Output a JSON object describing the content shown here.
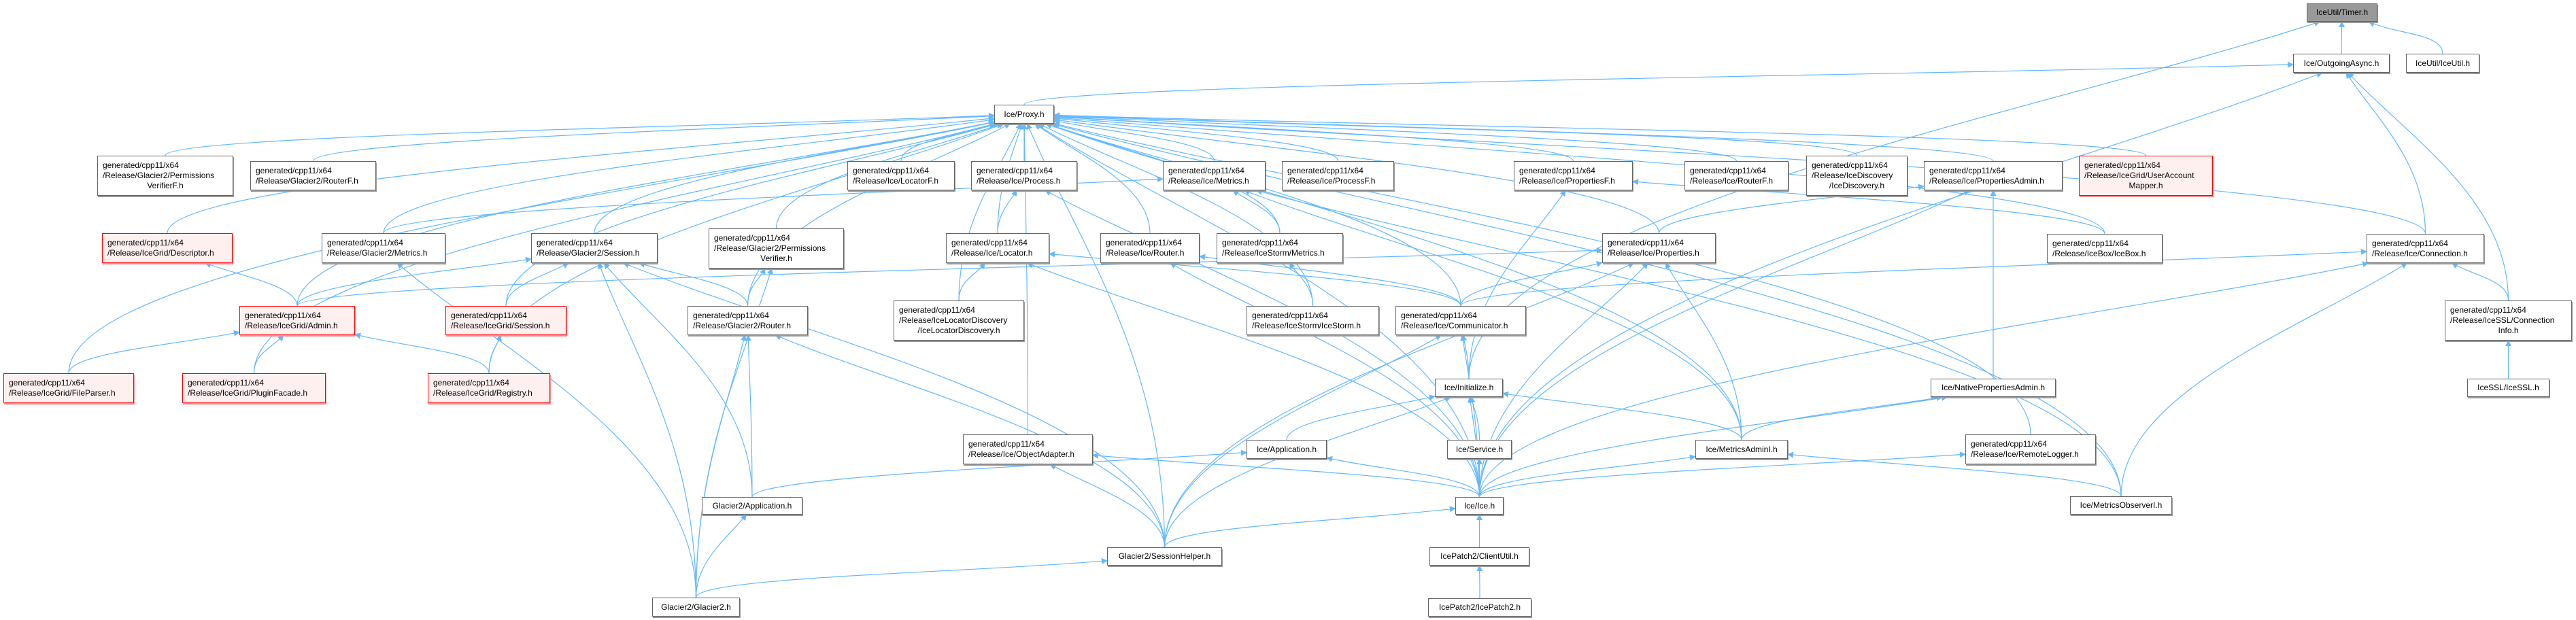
{
  "colors": {
    "edge": "#63b8ff",
    "red_border": "#ff0000",
    "red_fill": "#fff0f0",
    "current_fill": "#999999"
  },
  "nodes": [
    {
      "id": "timer",
      "lines": [
        "IceUtil/Timer.h"
      ],
      "style": "gray"
    },
    {
      "id": "outgoing",
      "lines": [
        "Ice/OutgoingAsync.h"
      ],
      "style": "normal"
    },
    {
      "id": "iceutil",
      "lines": [
        "IceUtil/IceUtil.h"
      ],
      "style": "normal"
    },
    {
      "id": "proxy",
      "lines": [
        "Ice/Proxy.h"
      ],
      "style": "normal"
    },
    {
      "id": "g2pvf",
      "lines": [
        "generated/cpp11/x64",
        "/Release/Glacier2/Permissions",
        "VerifierF.h"
      ],
      "style": "normal"
    },
    {
      "id": "g2routerf",
      "lines": [
        "generated/cpp11/x64",
        "/Release/Glacier2/RouterF.h"
      ],
      "style": "normal"
    },
    {
      "id": "locatorf",
      "lines": [
        "generated/cpp11/x64",
        "/Release/Ice/LocatorF.h"
      ],
      "style": "normal"
    },
    {
      "id": "process",
      "lines": [
        "generated/cpp11/x64",
        "/Release/Ice/Process.h"
      ],
      "style": "normal"
    },
    {
      "id": "metrics",
      "lines": [
        "generated/cpp11/x64",
        "/Release/Ice/Metrics.h"
      ],
      "style": "normal"
    },
    {
      "id": "processf",
      "lines": [
        "generated/cpp11/x64",
        "/Release/Ice/ProcessF.h"
      ],
      "style": "normal"
    },
    {
      "id": "propertiesf",
      "lines": [
        "generated/cpp11/x64",
        "/Release/Ice/PropertiesF.h"
      ],
      "style": "normal"
    },
    {
      "id": "routerf",
      "lines": [
        "generated/cpp11/x64",
        "/Release/Ice/RouterF.h"
      ],
      "style": "normal"
    },
    {
      "id": "icediscovery",
      "lines": [
        "generated/cpp11/x64",
        "/Release/IceDiscovery",
        "/IceDiscovery.h"
      ],
      "style": "normal"
    },
    {
      "id": "propadmin",
      "lines": [
        "generated/cpp11/x64",
        "/Release/Ice/PropertiesAdmin.h"
      ],
      "style": "normal"
    },
    {
      "id": "uam",
      "lines": [
        "generated/cpp11/x64",
        "/Release/IceGrid/UserAccount",
        "Mapper.h"
      ],
      "style": "red"
    },
    {
      "id": "descriptor",
      "lines": [
        "generated/cpp11/x64",
        "/Release/IceGrid/Descriptor.h"
      ],
      "style": "red"
    },
    {
      "id": "g2metrics",
      "lines": [
        "generated/cpp11/x64",
        "/Release/Glacier2/Metrics.h"
      ],
      "style": "normal"
    },
    {
      "id": "g2session",
      "lines": [
        "generated/cpp11/x64",
        "/Release/Glacier2/Session.h"
      ],
      "style": "normal"
    },
    {
      "id": "g2pv",
      "lines": [
        "generated/cpp11/x64",
        "/Release/Glacier2/Permissions",
        "Verifier.h"
      ],
      "style": "normal"
    },
    {
      "id": "locator",
      "lines": [
        "generated/cpp11/x64",
        "/Release/Ice/Locator.h"
      ],
      "style": "normal"
    },
    {
      "id": "router",
      "lines": [
        "generated/cpp11/x64",
        "/Release/Ice/Router.h"
      ],
      "style": "normal"
    },
    {
      "id": "ismetrics",
      "lines": [
        "generated/cpp11/x64",
        "/Release/IceStorm/Metrics.h"
      ],
      "style": "normal"
    },
    {
      "id": "properties",
      "lines": [
        "generated/cpp11/x64",
        "/Release/Ice/Properties.h"
      ],
      "style": "normal"
    },
    {
      "id": "icebox",
      "lines": [
        "generated/cpp11/x64",
        "/Release/IceBox/IceBox.h"
      ],
      "style": "normal"
    },
    {
      "id": "connection",
      "lines": [
        "generated/cpp11/x64",
        "/Release/Ice/Connection.h"
      ],
      "style": "normal"
    },
    {
      "id": "admin",
      "lines": [
        "generated/cpp11/x64",
        "/Release/IceGrid/Admin.h"
      ],
      "style": "red"
    },
    {
      "id": "igsession",
      "lines": [
        "generated/cpp11/x64",
        "/Release/IceGrid/Session.h"
      ],
      "style": "red"
    },
    {
      "id": "g2router",
      "lines": [
        "generated/cpp11/x64",
        "/Release/Glacier2/Router.h"
      ],
      "style": "normal"
    },
    {
      "id": "locdisc",
      "lines": [
        "generated/cpp11/x64",
        "/Release/IceLocatorDiscovery",
        "/IceLocatorDiscovery.h"
      ],
      "style": "normal"
    },
    {
      "id": "icestorm",
      "lines": [
        "generated/cpp11/x64",
        "/Release/IceStorm/IceStorm.h"
      ],
      "style": "normal"
    },
    {
      "id": "communicator",
      "lines": [
        "generated/cpp11/x64",
        "/Release/Ice/Communicator.h"
      ],
      "style": "normal"
    },
    {
      "id": "conninfo",
      "lines": [
        "generated/cpp11/x64",
        "/Release/IceSSL/Connection",
        "Info.h"
      ],
      "style": "normal"
    },
    {
      "id": "fileparser",
      "lines": [
        "generated/cpp11/x64",
        "/Release/IceGrid/FileParser.h"
      ],
      "style": "red"
    },
    {
      "id": "pluginfacade",
      "lines": [
        "generated/cpp11/x64",
        "/Release/IceGrid/PluginFacade.h"
      ],
      "style": "red"
    },
    {
      "id": "registry",
      "lines": [
        "generated/cpp11/x64",
        "/Release/IceGrid/Registry.h"
      ],
      "style": "red"
    },
    {
      "id": "initialize",
      "lines": [
        "Ice/Initialize.h"
      ],
      "style": "normal"
    },
    {
      "id": "nativepa",
      "lines": [
        "Ice/NativePropertiesAdmin.h"
      ],
      "style": "normal"
    },
    {
      "id": "icessl",
      "lines": [
        "IceSSL/IceSSL.h"
      ],
      "style": "normal"
    },
    {
      "id": "objadapter",
      "lines": [
        "generated/cpp11/x64",
        "/Release/Ice/ObjectAdapter.h"
      ],
      "style": "normal"
    },
    {
      "id": "application",
      "lines": [
        "Ice/Application.h"
      ],
      "style": "normal"
    },
    {
      "id": "service",
      "lines": [
        "Ice/Service.h"
      ],
      "style": "normal"
    },
    {
      "id": "metricsadmin",
      "lines": [
        "Ice/MetricsAdminI.h"
      ],
      "style": "normal"
    },
    {
      "id": "remotelogger",
      "lines": [
        "generated/cpp11/x64",
        "/Release/Ice/RemoteLogger.h"
      ],
      "style": "normal"
    },
    {
      "id": "g2app",
      "lines": [
        "Glacier2/Application.h"
      ],
      "style": "normal"
    },
    {
      "id": "ice",
      "lines": [
        "Ice/Ice.h"
      ],
      "style": "normal"
    },
    {
      "id": "metricsobs",
      "lines": [
        "Ice/MetricsObserverI.h"
      ],
      "style": "normal"
    },
    {
      "id": "sessionhelper",
      "lines": [
        "Glacier2/SessionHelper.h"
      ],
      "style": "normal"
    },
    {
      "id": "clientutil",
      "lines": [
        "IcePatch2/ClientUtil.h"
      ],
      "style": "normal"
    },
    {
      "id": "glacier2",
      "lines": [
        "Glacier2/Glacier2.h"
      ],
      "style": "normal"
    },
    {
      "id": "icepatch2",
      "lines": [
        "IcePatch2/IcePatch2.h"
      ],
      "style": "normal"
    }
  ],
  "edges": [
    [
      "outgoing",
      "timer"
    ],
    [
      "iceutil",
      "timer"
    ],
    [
      "initialize",
      "timer"
    ],
    [
      "proxy",
      "outgoing"
    ],
    [
      "ice",
      "outgoing"
    ],
    [
      "connection",
      "outgoing"
    ],
    [
      "conninfo",
      "outgoing"
    ],
    [
      "g2pvf",
      "proxy"
    ],
    [
      "g2routerf",
      "proxy"
    ],
    [
      "descriptor",
      "proxy"
    ],
    [
      "fileparser",
      "proxy"
    ],
    [
      "pluginfacade",
      "proxy"
    ],
    [
      "admin",
      "proxy"
    ],
    [
      "g2metrics",
      "proxy"
    ],
    [
      "g2session",
      "proxy"
    ],
    [
      "g2pv",
      "proxy"
    ],
    [
      "g2router",
      "proxy"
    ],
    [
      "registry",
      "proxy"
    ],
    [
      "igsession",
      "proxy"
    ],
    [
      "locatorf",
      "proxy"
    ],
    [
      "process",
      "proxy"
    ],
    [
      "metrics",
      "proxy"
    ],
    [
      "processf",
      "proxy"
    ],
    [
      "propertiesf",
      "proxy"
    ],
    [
      "routerf",
      "proxy"
    ],
    [
      "icediscovery",
      "proxy"
    ],
    [
      "propadmin",
      "proxy"
    ],
    [
      "uam",
      "proxy"
    ],
    [
      "locator",
      "proxy"
    ],
    [
      "router",
      "proxy"
    ],
    [
      "ismetrics",
      "proxy"
    ],
    [
      "icestorm",
      "proxy"
    ],
    [
      "communicator",
      "proxy"
    ],
    [
      "properties",
      "proxy"
    ],
    [
      "icebox",
      "proxy"
    ],
    [
      "objadapter",
      "proxy"
    ],
    [
      "locdisc",
      "proxy"
    ],
    [
      "remotelogger",
      "proxy"
    ],
    [
      "connection",
      "proxy"
    ],
    [
      "ice",
      "proxy"
    ],
    [
      "metricsadmin",
      "proxy"
    ],
    [
      "metricsobs",
      "proxy"
    ],
    [
      "sessionhelper",
      "proxy"
    ],
    [
      "admin",
      "descriptor"
    ],
    [
      "admin",
      "g2session"
    ],
    [
      "fileparser",
      "admin"
    ],
    [
      "pluginfacade",
      "admin"
    ],
    [
      "registry",
      "admin"
    ],
    [
      "registry",
      "igsession"
    ],
    [
      "igsession",
      "g2session"
    ],
    [
      "g2router",
      "g2session"
    ],
    [
      "g2router",
      "g2pv"
    ],
    [
      "g2app",
      "g2router"
    ],
    [
      "glacier2",
      "g2router"
    ],
    [
      "sessionhelper",
      "g2router"
    ],
    [
      "glacier2",
      "g2session"
    ],
    [
      "glacier2",
      "g2metrics"
    ],
    [
      "glacier2",
      "g2pv"
    ],
    [
      "glacier2",
      "g2app"
    ],
    [
      "glacier2",
      "sessionhelper"
    ],
    [
      "sessionhelper",
      "g2session"
    ],
    [
      "g2app",
      "g2session"
    ],
    [
      "g2app",
      "application"
    ],
    [
      "admin",
      "properties"
    ],
    [
      "sessionhelper",
      "initialize"
    ],
    [
      "sessionhelper",
      "ice"
    ],
    [
      "sessionhelper",
      "objadapter"
    ],
    [
      "sessionhelper",
      "communicator"
    ],
    [
      "ice",
      "initialize"
    ],
    [
      "ice",
      "service"
    ],
    [
      "ice",
      "application"
    ],
    [
      "ice",
      "objadapter"
    ],
    [
      "ice",
      "locator"
    ],
    [
      "ice",
      "router"
    ],
    [
      "ice",
      "process"
    ],
    [
      "ice",
      "properties"
    ],
    [
      "ice",
      "communicator"
    ],
    [
      "ice",
      "metricsadmin"
    ],
    [
      "ice",
      "remotelogger"
    ],
    [
      "ice",
      "propadmin"
    ],
    [
      "ice",
      "nativepa"
    ],
    [
      "ice",
      "connection"
    ],
    [
      "service",
      "initialize"
    ],
    [
      "application",
      "initialize"
    ],
    [
      "metricsadmin",
      "initialize"
    ],
    [
      "initialize",
      "communicator"
    ],
    [
      "initialize",
      "propertiesf"
    ],
    [
      "clientutil",
      "ice"
    ],
    [
      "icepatch2",
      "clientutil"
    ],
    [
      "icessl",
      "conninfo"
    ],
    [
      "conninfo",
      "connection"
    ],
    [
      "communicator",
      "connection"
    ],
    [
      "communicator",
      "locator"
    ],
    [
      "communicator",
      "router"
    ],
    [
      "communicator",
      "properties"
    ],
    [
      "locator",
      "process"
    ],
    [
      "locdisc",
      "locator"
    ],
    [
      "ismetrics",
      "metrics"
    ],
    [
      "metricsadmin",
      "metrics"
    ],
    [
      "metricsobs",
      "metrics"
    ],
    [
      "g2metrics",
      "metrics"
    ],
    [
      "icestorm",
      "ismetrics"
    ],
    [
      "metricsadmin",
      "properties"
    ],
    [
      "nativepa",
      "propadmin"
    ],
    [
      "properties",
      "propadmin"
    ],
    [
      "metricsadmin",
      "nativepa"
    ],
    [
      "metricsobs",
      "metricsadmin"
    ],
    [
      "icebox",
      "propertiesf"
    ],
    [
      "metricsobs",
      "connection"
    ],
    [
      "sessionhelper",
      "properties"
    ]
  ]
}
